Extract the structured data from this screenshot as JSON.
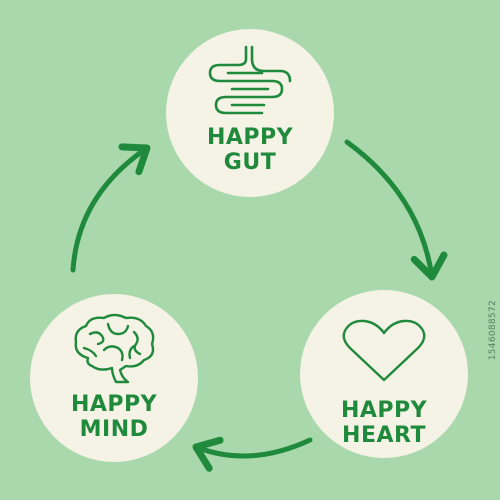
{
  "nodes": {
    "gut": {
      "line1": "HAPPY",
      "line2": "GUT",
      "icon": "intestines-icon"
    },
    "heart": {
      "line1": "HAPPY",
      "line2": "HEART",
      "icon": "heart-icon"
    },
    "mind": {
      "line1": "HAPPY",
      "line2": "MIND",
      "icon": "brain-icon"
    }
  },
  "cycle_order": [
    "gut",
    "heart",
    "mind"
  ],
  "watermark": "1546088572",
  "colors": {
    "background": "#a9d8ad",
    "circle": "#f5f2e6",
    "accent": "#1f8a3c"
  }
}
